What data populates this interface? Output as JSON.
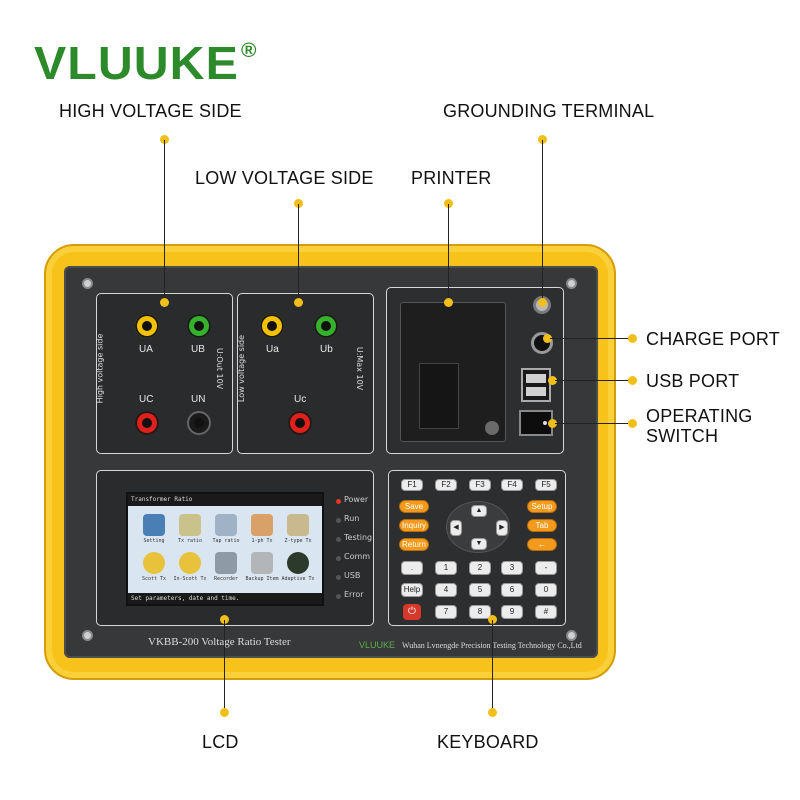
{
  "brand": {
    "name": "VLUUKE",
    "mark": "®",
    "color": "#2d8a2a"
  },
  "callouts": {
    "high_voltage_side": "HIGH VOLTAGE SIDE",
    "grounding_terminal": "GROUNDING TERMINAL",
    "low_voltage_side": "LOW VOLTAGE SIDE",
    "printer": "PRINTER",
    "charge_port": "CHARGE PORT",
    "usb_port": "USB PORT",
    "operating_switch_1": "OPERATING",
    "operating_switch_2": "SWITCH",
    "lcd": "LCD",
    "keyboard": "KEYBOARD"
  },
  "callout_color": "#f2bf1a",
  "hv_panel": {
    "t1": "UA",
    "t2": "UB",
    "t3": "UC",
    "t4": "UN",
    "side_text": "High voltage side",
    "rating_text": "U:Out 10V"
  },
  "lv_panel": {
    "t1": "Ua",
    "t2": "Ub",
    "t3": "Uc",
    "side_text": "Low voltage side",
    "rating_text": "U:Max 10V"
  },
  "lcd_screen": {
    "title": "Transformer Ratio",
    "icons": [
      "Setting",
      "Tx ratio",
      "Tap ratio",
      "1-ph Tx",
      "Z-type Tx",
      "Scott Tx",
      "In-Scott Tx",
      "Recorder",
      "Backup Item",
      "Adaptive Tx"
    ],
    "footer": "Set parameters, date and time."
  },
  "indicators": [
    "Power",
    "Run",
    "Testing",
    "Comm",
    "USB",
    "Error"
  ],
  "keys": {
    "function": [
      "F1",
      "F2",
      "F3",
      "F4",
      "F5"
    ],
    "left": [
      "Save",
      "Inquiry",
      "Return"
    ],
    "right": [
      "Setup",
      "Tab",
      "←"
    ],
    "numbers": [
      "1",
      "2",
      "3",
      "4",
      "5",
      "6",
      "7",
      "8",
      "9",
      "0"
    ],
    "symbols": [
      ".",
      "-",
      "Help",
      "#"
    ]
  },
  "device": {
    "model": "VKBB-200 Voltage Ratio Tester",
    "maker_brand": "VLUUKE",
    "maker": "Wuhan Lvnengde Precision Testing Technology Co.,Ltd"
  }
}
